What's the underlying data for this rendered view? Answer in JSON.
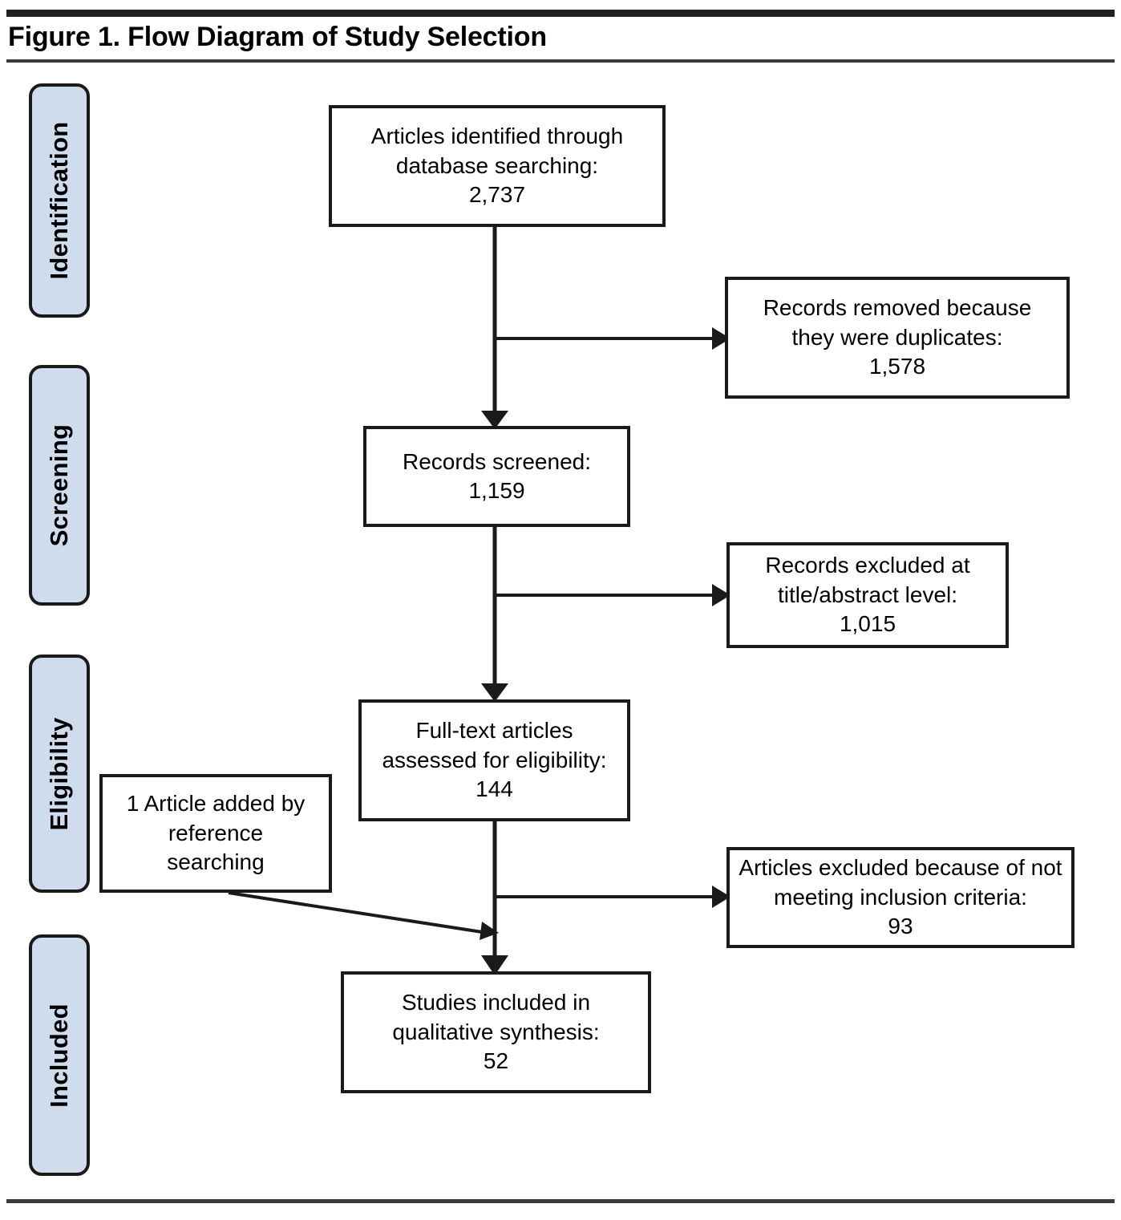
{
  "figure": {
    "title": "Figure 1. Flow Diagram of Study Selection"
  },
  "stages": [
    {
      "label": "Identification"
    },
    {
      "label": "Screening"
    },
    {
      "label": "Eligibility"
    },
    {
      "label": "Included"
    }
  ],
  "boxes": {
    "identified": {
      "line1": "Articles identified through",
      "line2": "database searching:",
      "count": "2,737"
    },
    "duplicates_removed": {
      "line1": "Records removed because",
      "line2": "they were duplicates:",
      "count": "1,578"
    },
    "records_screened": {
      "line1": "Records screened:",
      "count": "1,159"
    },
    "records_excluded": {
      "line1": "Records excluded at",
      "line2": "title/abstract level:",
      "count": "1,015"
    },
    "fulltext_assessed": {
      "line1": "Full-text articles",
      "line2": "assessed for eligibility:",
      "count": "144"
    },
    "reference_added": {
      "line1": "1 Article added by",
      "line2": "reference",
      "line3": "searching"
    },
    "articles_excluded": {
      "line1": "Articles excluded because of not",
      "line2": "meeting inclusion criteria:",
      "count": "93"
    },
    "included_qualitative": {
      "line1": "Studies included in",
      "line2": "qualitative synthesis:",
      "count": "52"
    }
  },
  "colors": {
    "stage_fill": "#cfdcee",
    "line": "#1a1a1a",
    "rule": "#231f20",
    "text": "#000000",
    "page_background": "#ffffff"
  },
  "chart_data": {
    "type": "diagram",
    "title": "Figure 1. Flow Diagram of Study Selection",
    "diagram_kind": "PRISMA study selection flow diagram",
    "stages": [
      "Identification",
      "Screening",
      "Eligibility",
      "Included"
    ],
    "nodes": [
      {
        "id": "identified",
        "stage": "Identification",
        "label": "Articles identified through database searching:",
        "value": 2737
      },
      {
        "id": "duplicates_removed",
        "stage": "Identification",
        "label": "Records removed because they were duplicates:",
        "value": 1578
      },
      {
        "id": "records_screened",
        "stage": "Screening",
        "label": "Records screened:",
        "value": 1159
      },
      {
        "id": "records_excluded",
        "stage": "Screening",
        "label": "Records excluded at title/abstract level:",
        "value": 1015
      },
      {
        "id": "fulltext_assessed",
        "stage": "Eligibility",
        "label": "Full-text articles assessed for eligibility:",
        "value": 144
      },
      {
        "id": "reference_added",
        "stage": "Eligibility",
        "label": "1 Article added by reference searching",
        "value": 1
      },
      {
        "id": "articles_excluded",
        "stage": "Eligibility",
        "label": "Articles excluded because of not meeting inclusion criteria:",
        "value": 93
      },
      {
        "id": "included_qualitative",
        "stage": "Included",
        "label": "Studies included in qualitative synthesis:",
        "value": 52
      }
    ],
    "edges": [
      {
        "from": "identified",
        "to": "duplicates_removed",
        "type": "branch-right"
      },
      {
        "from": "identified",
        "to": "records_screened",
        "type": "down"
      },
      {
        "from": "records_screened",
        "to": "records_excluded",
        "type": "branch-right"
      },
      {
        "from": "records_screened",
        "to": "fulltext_assessed",
        "type": "down"
      },
      {
        "from": "fulltext_assessed",
        "to": "articles_excluded",
        "type": "branch-right"
      },
      {
        "from": "fulltext_assessed",
        "to": "included_qualitative",
        "type": "down"
      },
      {
        "from": "reference_added",
        "to": "included_qualitative",
        "type": "diagonal"
      }
    ]
  }
}
